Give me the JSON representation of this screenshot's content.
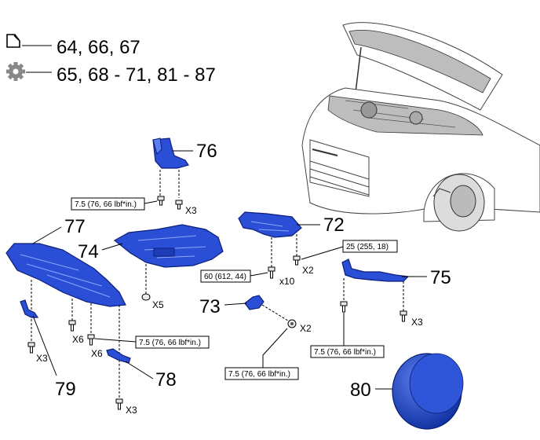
{
  "legend": {
    "replace_parts": "64, 66, 67",
    "torque_parts": "65, 68 - 71, 81 - 87"
  },
  "callouts": {
    "p72": "72",
    "p73": "73",
    "p74": "74",
    "p75": "75",
    "p76": "76",
    "p77": "77",
    "p78": "78",
    "p79": "79",
    "p80": "80"
  },
  "quantities": {
    "q76": "X3",
    "q74": "X5",
    "q72_right": "X2",
    "q72_left": "x10",
    "q73": "X2",
    "q77_a": "X6",
    "q77_b": "X6",
    "q79": "X3",
    "q78": "X3",
    "q75": "X3"
  },
  "torques": {
    "t76": "7.5 (76, 66 lbf*in.)",
    "t72_right": "25 (255, 18)",
    "t72_left": "60 (612, 44)",
    "t77": "7.5 (76, 66 lbf*in.)",
    "t75": "7.5 (76, 66 lbf*in.)",
    "t73": "7.5 (76, 66 lbf*in.)"
  },
  "icons": {
    "replace": "replace-part-icon",
    "torque": "torque-gear-icon"
  }
}
